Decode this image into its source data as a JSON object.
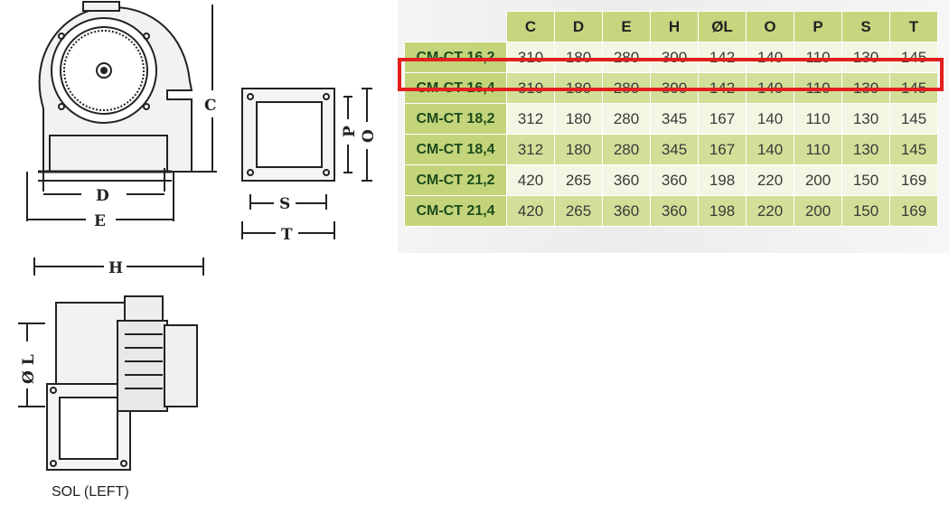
{
  "dimension_labels": {
    "C": "C",
    "D": "D",
    "E": "E",
    "O": "O",
    "P": "P",
    "S": "S",
    "T": "T",
    "H": "H",
    "L": "Ø L"
  },
  "side_label": "SOL (LEFT)",
  "table": {
    "columns": [
      "C",
      "D",
      "E",
      "H",
      "ØL",
      "O",
      "P",
      "S",
      "T"
    ],
    "rows": [
      {
        "model": "CM-CT 16,2",
        "values": [
          "310",
          "180",
          "280",
          "300",
          "142",
          "140",
          "110",
          "130",
          "145"
        ],
        "highlighted": true
      },
      {
        "model": "CM-CT 16,4",
        "values": [
          "310",
          "180",
          "280",
          "300",
          "142",
          "140",
          "110",
          "130",
          "145"
        ]
      },
      {
        "model": "CM-CT 18,2",
        "values": [
          "312",
          "180",
          "280",
          "345",
          "167",
          "140",
          "110",
          "130",
          "145"
        ]
      },
      {
        "model": "CM-CT 18,4",
        "values": [
          "312",
          "180",
          "280",
          "345",
          "167",
          "140",
          "110",
          "130",
          "145"
        ]
      },
      {
        "model": "CM-CT 21,2",
        "values": [
          "420",
          "265",
          "360",
          "360",
          "198",
          "220",
          "200",
          "150",
          "169"
        ]
      },
      {
        "model": "CM-CT 21,4",
        "values": [
          "420",
          "265",
          "360",
          "360",
          "198",
          "220",
          "200",
          "150",
          "169"
        ]
      }
    ]
  },
  "colors": {
    "highlight": "#e41e1e",
    "header_green": "#c6d67e",
    "model_green": "#c3d47a"
  }
}
